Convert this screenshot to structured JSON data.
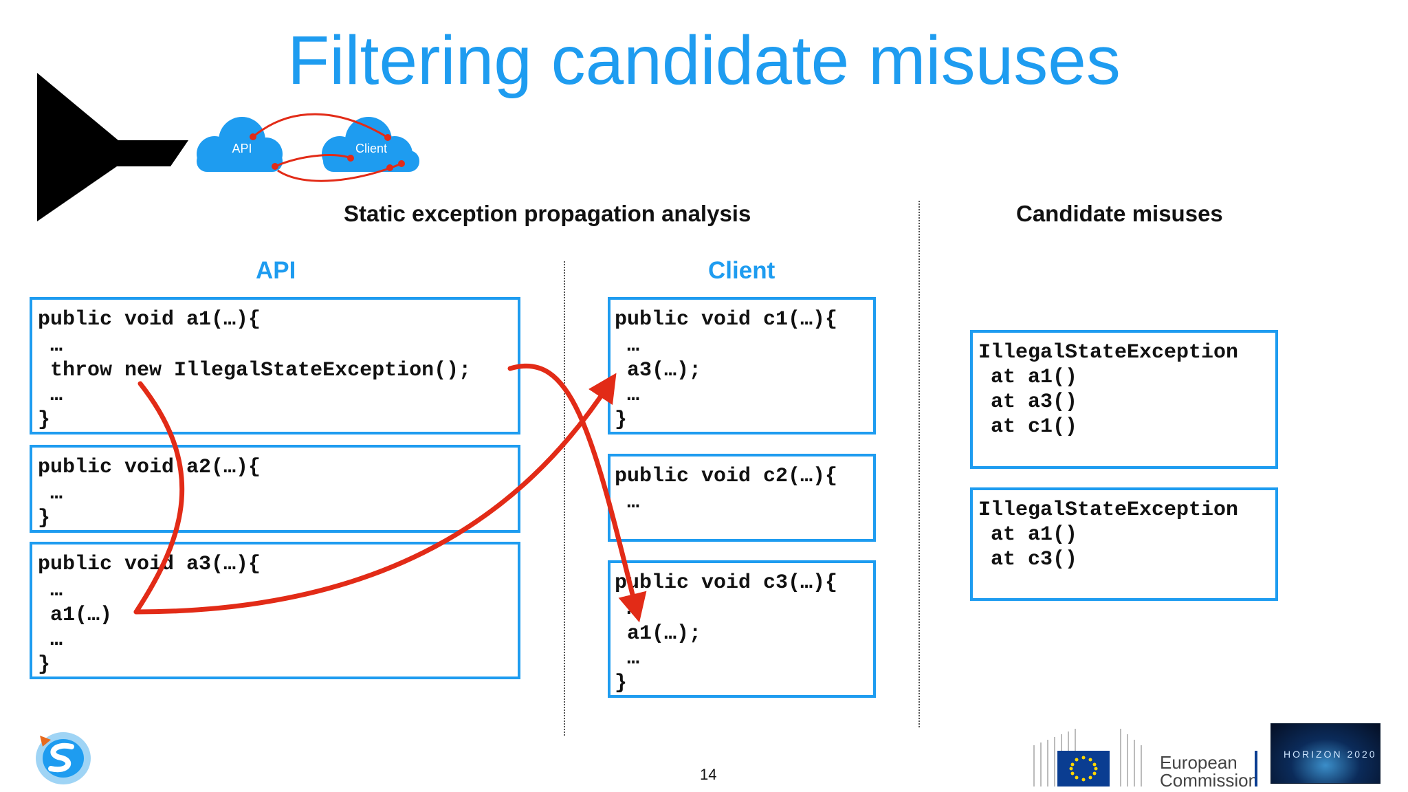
{
  "slide": {
    "title": "Filtering candidate misuses",
    "page_number": "14"
  },
  "diagram": {
    "cloud_api_label": "API",
    "cloud_client_label": "Client"
  },
  "sections": {
    "analysis_heading": "Static exception propagation analysis",
    "candidates_heading": "Candidate misuses",
    "api_heading": "API",
    "client_heading": "Client"
  },
  "api_code": {
    "a1": [
      "public void a1(…){",
      " …",
      " throw new IllegalStateException();",
      " …",
      "}"
    ],
    "a2": [
      "public void a2(…){",
      " …",
      "}"
    ],
    "a3": [
      "public void a3(…){",
      " …",
      " a1(…)",
      " …",
      "}"
    ]
  },
  "client_code": {
    "c1": [
      "public void c1(…){",
      " …",
      " a3(…);",
      " …",
      "}"
    ],
    "c2": [
      "public void c2(…){",
      " …"
    ],
    "c3": [
      "public void c3(…){",
      " …",
      " a1(…);",
      " …",
      "}"
    ]
  },
  "candidates": {
    "trace1": [
      "IllegalStateException",
      " at a1()",
      " at a3()",
      " at c1()"
    ],
    "trace2": [
      "IllegalStateException",
      " at a1()",
      " at c3()"
    ]
  },
  "footer": {
    "ec_line1": "European",
    "ec_line2": "Commission",
    "h2020_label": "HORIZON 2020"
  },
  "colors": {
    "accent": "#1e9cf0",
    "arrow": "#e22b17",
    "text": "#111111"
  },
  "icons": [
    "funnel-icon",
    "cloud-api-icon",
    "cloud-client-icon",
    "project-logo-icon",
    "eu-flag-icon"
  ]
}
